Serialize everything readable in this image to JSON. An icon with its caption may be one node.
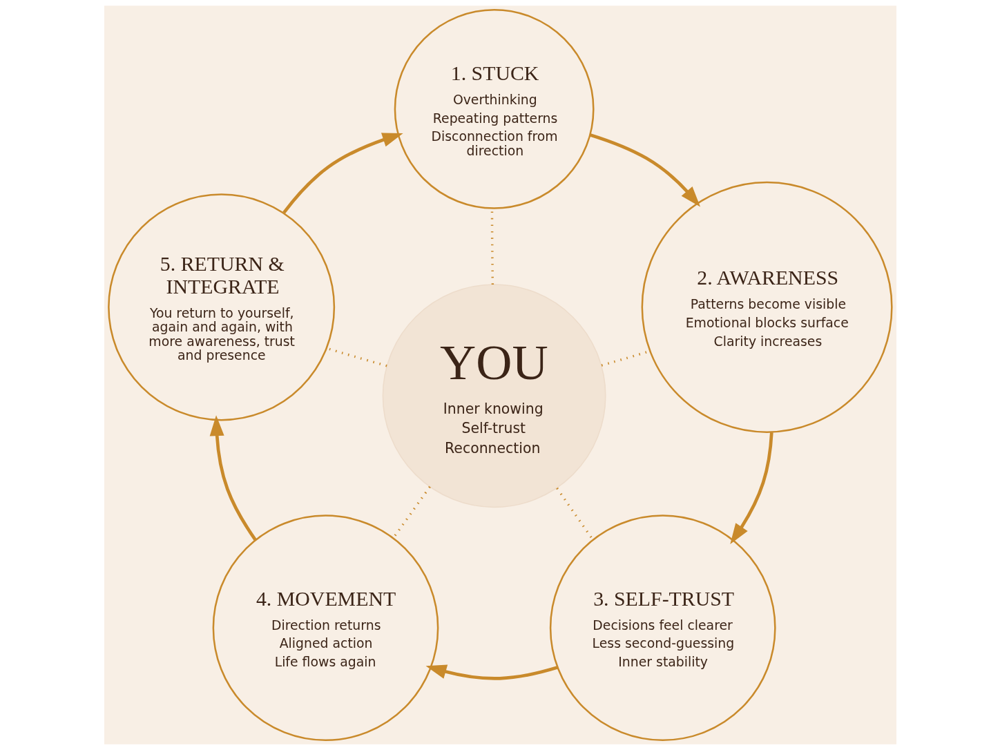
{
  "diagram": {
    "nodes": [
      {
        "text": [
          "1. STUCK",
          "Overthinking",
          "Repeating patterns",
          "Disconnection from direction"
        ]
      },
      {
        "text": [
          "2. AWARENESS",
          "Patterns become visible",
          "Emotional blocks surface",
          "Clarity increases"
        ]
      },
      {
        "text": [
          "3. SELF-TRUST",
          "Decisions feel clearer",
          "Less second-guessing",
          "Inner stability"
        ]
      },
      {
        "text": [
          "4. MOVEMENT",
          "Direction returns",
          "Aligned action",
          "Life flows again"
        ]
      },
      {
        "text": [
          "5. RETURN & INTEGRATE",
          "You return to yourself, again and again, with more awareness, trust and presence"
        ]
      },
      {
        "text": [
          "YOU",
          "Inner knowing",
          "Self-trust",
          "Reconnection"
        ]
      }
    ],
    "edges": [
      {
        "from": 0,
        "to": 1,
        "arrow": "to"
      },
      {
        "from": 1,
        "to": 2,
        "arrow": "to"
      },
      {
        "from": 2,
        "to": 3,
        "arrow": "to"
      },
      {
        "from": 3,
        "to": 4,
        "arrow": "to"
      },
      {
        "from": 4,
        "to": 0,
        "arrow": "to"
      },
      {
        "from": 5,
        "to": 0,
        "arrow": "none",
        "style": "dashed"
      },
      {
        "from": 5,
        "to": 1,
        "arrow": "none",
        "style": "dashed"
      },
      {
        "from": 5,
        "to": 2,
        "arrow": "none",
        "style": "dashed"
      },
      {
        "from": 5,
        "to": 3,
        "arrow": "none",
        "style": "dashed"
      },
      {
        "from": 5,
        "to": 4,
        "arrow": "none",
        "style": "dashed"
      }
    ]
  }
}
